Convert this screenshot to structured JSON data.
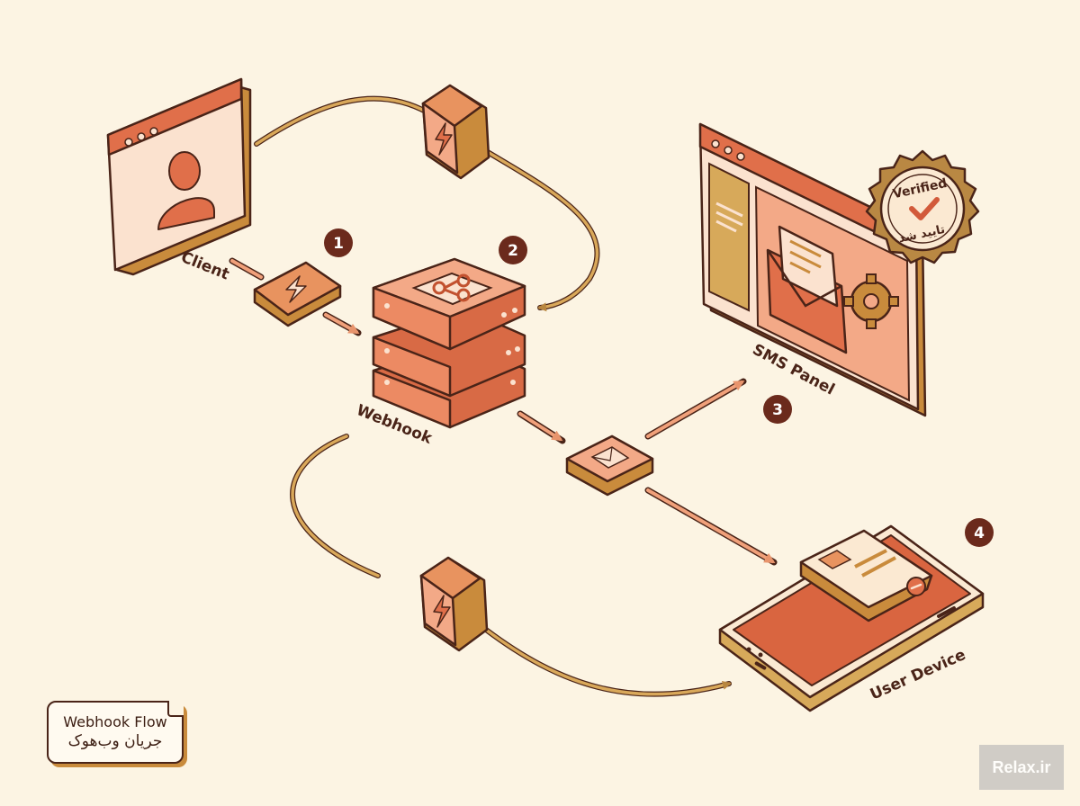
{
  "nodes": {
    "client": {
      "label": "Client"
    },
    "webhook": {
      "label": "Webhook"
    },
    "sms_panel": {
      "label": "SMS Panel"
    },
    "user_device": {
      "label": "User Device"
    }
  },
  "steps": [
    "1",
    "2",
    "3",
    "4"
  ],
  "stamp": {
    "text_en": "Verified",
    "text_fa": "تایید شد"
  },
  "legend": {
    "title_en": "Webhook Flow",
    "title_fa": "جریان وب‌هوک"
  },
  "watermark": "Relax.ir",
  "colors": {
    "background": "#fcf4e3",
    "outline": "#4a2418",
    "orange": "#e06f4a",
    "peach": "#f3a987",
    "gold": "#c98b3c",
    "badge": "#6b2a1c"
  },
  "icons": [
    "user-icon",
    "lightning-icon",
    "webhook-icon",
    "envelope-icon",
    "gear-icon",
    "checkmark-icon"
  ]
}
